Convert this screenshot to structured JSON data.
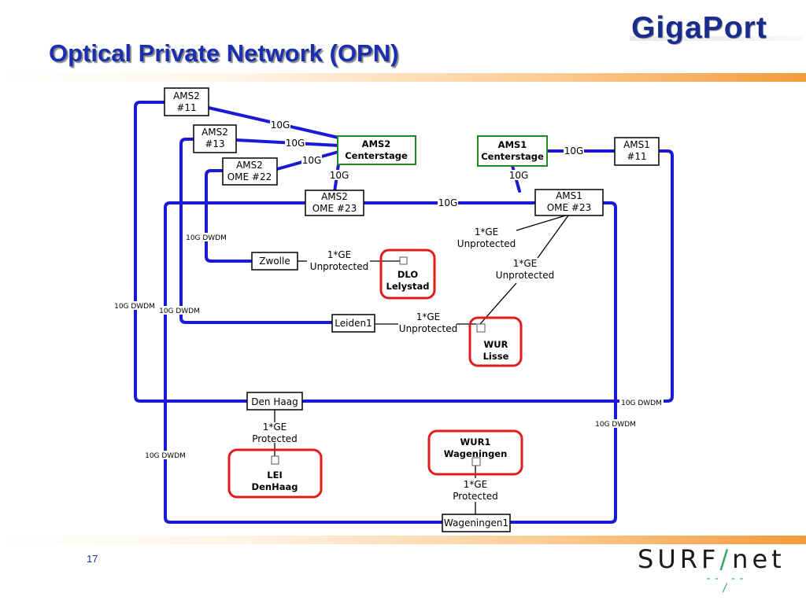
{
  "slide": {
    "title": "Optical Private Network (OPN)",
    "page_number": "17",
    "logo_top": "GigaPort",
    "logo_bottom": "SURF",
    "logo_bottom_slash": "/",
    "logo_bottom_suffix": "net"
  },
  "colors": {
    "title": "#1a2fb0",
    "line": "#1a1ad6",
    "green_box": "#1f8a1f",
    "red_box": "#e01b1b",
    "accent_bar": "#f39a3a"
  },
  "nodes": {
    "ams2_11": [
      "AMS2",
      "#11"
    ],
    "ams2_13": [
      "AMS2",
      "#13"
    ],
    "ams2_ome22": [
      "AMS2",
      "OME #22"
    ],
    "ams2_center": [
      "AMS2",
      "Centerstage"
    ],
    "ams1_center": [
      "AMS1",
      "Centerstage"
    ],
    "ams1_11": [
      "AMS1",
      "#11"
    ],
    "ams2_ome23": [
      "AMS2",
      "OME #23"
    ],
    "ams1_ome23": [
      "AMS1",
      "OME #23"
    ],
    "zwolle": "Zwolle",
    "leiden1": "Leiden1",
    "den_haag": "Den Haag",
    "wageningen1": "Wageningen1"
  },
  "sites": {
    "dlo": [
      "DLO",
      "Lelystad"
    ],
    "wur_lisse": [
      "WUR",
      "Lisse"
    ],
    "lei": [
      "LEI",
      "DenHaag"
    ],
    "wur1": [
      "WUR1",
      "Wageningen"
    ]
  },
  "links": {
    "ams2_11_center": "10G",
    "ams2_13_center": "10G",
    "ome22_center": "10G",
    "center_ome23": "10G",
    "ams1_center_11": "10G",
    "ams1_center_ome23": "10G",
    "ome23_ome23": "10G",
    "dwdm_zwolle": "10G DWDM",
    "dwdm_left_outer": "10G DWDM",
    "dwdm_left_inner": "10G DWDM",
    "dwdm_right_outer": "10G DWDM",
    "dwdm_right_inner": "10G DWDM",
    "dwdm_bottom_left": "10G DWDM",
    "zwolle_dlo": [
      "1*GE",
      "Unprotected"
    ],
    "ams1_dlo": [
      "1*GE",
      "Unprotected"
    ],
    "ams1_wur": [
      "1*GE",
      "Unprotected"
    ],
    "leiden_wur": [
      "1*GE",
      "Unprotected"
    ],
    "denhaag_lei": [
      "1*GE",
      "Protected"
    ],
    "wur1_wag": [
      "1*GE",
      "Protected"
    ]
  }
}
